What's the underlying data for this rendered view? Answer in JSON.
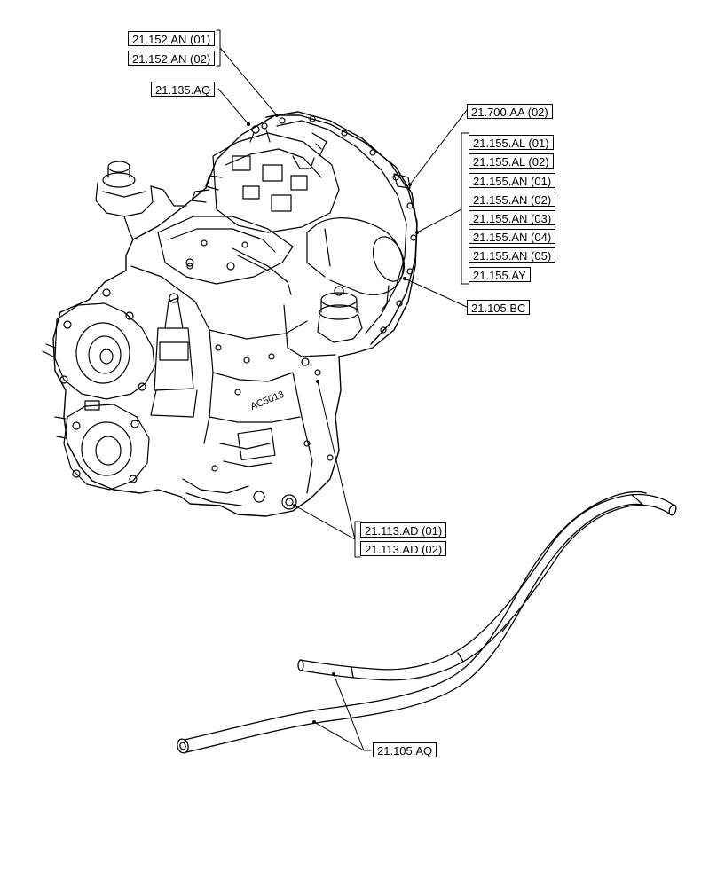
{
  "callouts": {
    "c_152_an_01": "21.152.AN (01)",
    "c_152_an_02": "21.152.AN (02)",
    "c_135_aq": "21.135.AQ",
    "c_700_aa_02": "21.700.AA (02)",
    "c_155_al_01": "21.155.AL (01)",
    "c_155_al_02": "21.155.AL (02)",
    "c_155_an_01": "21.155.AN (01)",
    "c_155_an_02": "21.155.AN (02)",
    "c_155_an_03": "21.155.AN (03)",
    "c_155_an_04": "21.155.AN (04)",
    "c_155_an_05": "21.155.AN (05)",
    "c_155_ay": "21.155.AY",
    "c_105_bc": "21.105.BC",
    "c_113_ad_01": "21.113.AD (01)",
    "c_113_ad_02": "21.113.AD (02)",
    "c_105_aq": "21.105.AQ"
  },
  "illustration": {
    "main_part": "transmission-assembly",
    "secondary_part": "hose-pair",
    "stamped_text": "AC5013"
  },
  "colors": {
    "line": "#000000",
    "background": "#ffffff"
  }
}
